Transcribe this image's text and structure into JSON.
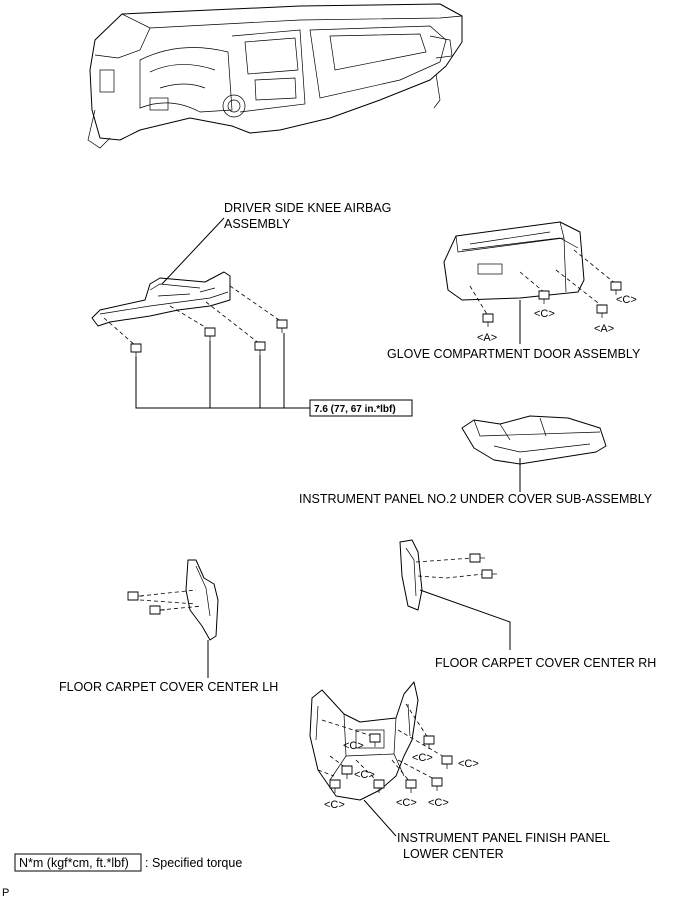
{
  "labels": {
    "knee_airbag_line1": "DRIVER SIDE KNEE AIRBAG",
    "knee_airbag_line2": "ASSEMBLY",
    "glove_door": "GLOVE COMPARTMENT DOOR ASSEMBLY",
    "under_cover": "INSTRUMENT PANEL NO.2 UNDER COVER SUB-ASSEMBLY",
    "carpet_lh": "FLOOR CARPET COVER CENTER LH",
    "carpet_rh": "FLOOR CARPET COVER CENTER RH",
    "finish_panel_line1": "INSTRUMENT PANEL FINISH PANEL",
    "finish_panel_line2": "LOWER CENTER"
  },
  "torque_value": "7.6 (77, 67 in.*lbf)",
  "markers": {
    "a": "<A>",
    "c": "<C>"
  },
  "legend": {
    "unit_box": "N*m (kgf*cm, ft.*lbf)",
    "text": ": Specified torque"
  },
  "corner_code": "P"
}
